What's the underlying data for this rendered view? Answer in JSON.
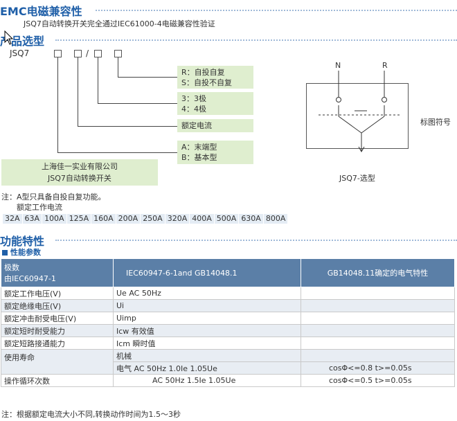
{
  "emc": {
    "title": "EMC电磁兼容性",
    "desc": "JSQ7自动转换开关完全通过IEC61000-4电磁兼容性验证"
  },
  "selection": {
    "title": "产品选型",
    "model_prefix": "JSQ7",
    "slash": "/",
    "reset_lines": [
      "R：自投自复",
      "S：自投不自复"
    ],
    "pole_lines": [
      "3：3极",
      "4：4极"
    ],
    "current_label": "额定电流",
    "type_lines": [
      "A：末端型",
      "B：基本型"
    ],
    "company_lines": [
      "上海佳一实业有限公司",
      "JSQ7自动转换开关"
    ],
    "symbol": {
      "n_label": "N",
      "r_label": "R",
      "caption": "标图符号",
      "model_caption": "JSQ7-选型"
    },
    "note_line": "注：A型只具备自投自复功能。",
    "current_title": "额定工作电流",
    "currents": [
      "32A",
      "63A",
      "100A",
      "125A",
      "160A",
      "200A",
      "250A",
      "320A",
      "400A",
      "500A",
      "630A",
      "800A"
    ]
  },
  "function": {
    "title": "功能特性",
    "sub_title": "性能参数"
  },
  "table": {
    "head": {
      "col1_line1": "极数",
      "col1_line2": "由IEC60947-1",
      "col2": "IEC60947-6-1and GB14048.1",
      "col3": "GB14048.11确定的电气特性"
    },
    "rows": [
      {
        "label": "额定工作电压(V)",
        "col2": "Ue    AC    50Hz",
        "col3": ""
      },
      {
        "label": "额定绝缘电压(V)",
        "col2": "Ui",
        "col3": ""
      },
      {
        "label": "额定冲击耐受电压(V)",
        "col2": "Uimp",
        "col3": ""
      },
      {
        "label": "额定短时耐受能力",
        "col2": "Icw    有效值",
        "col3": ""
      },
      {
        "label": "额定短路接通能力",
        "col2": "Icm    瞬时值",
        "col3": ""
      }
    ],
    "life": {
      "label": "使用寿命",
      "mech": "机械",
      "elec": "电气    AC    50Hz  1.0Ie  1.05Ue",
      "elec_cond": "cosΦ<=0.8  t>=0.05s"
    },
    "cycle": {
      "label": "操作循环次数",
      "col2": "AC    50Hz  1.5Ie  1.05Ue",
      "col3": "cosΦ<=0.5  t>=0.05s"
    }
  },
  "footnote": "注：根据额定电流大小不同,转换动作时间为1.5～3秒"
}
